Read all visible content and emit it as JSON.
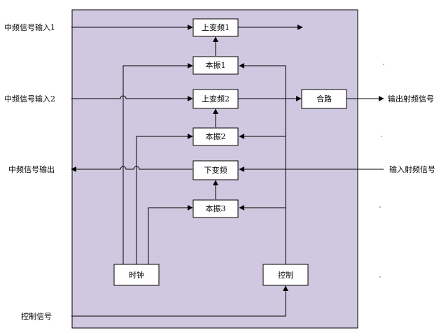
{
  "diagram": {
    "blocks": {
      "up1": "上变频1",
      "lo1": "本振1",
      "up2": "上变频2",
      "lo2": "本振2",
      "down": "下变频",
      "lo3": "本振3",
      "combiner": "合路",
      "clock": "时钟",
      "control": "控制"
    },
    "ports": {
      "if_in_1": "中频信号输入1",
      "if_in_2": "中频信号输入2",
      "if_out": "中频信号输出",
      "control_signal": "控制信号",
      "rf_out": "输出射频信号",
      "rf_in": "输入射频信号"
    }
  },
  "colors": {
    "panel_fill": "#d0c7e0",
    "panel_stroke": "#000000",
    "line": "#000000",
    "block_fill": "#ffffff"
  }
}
